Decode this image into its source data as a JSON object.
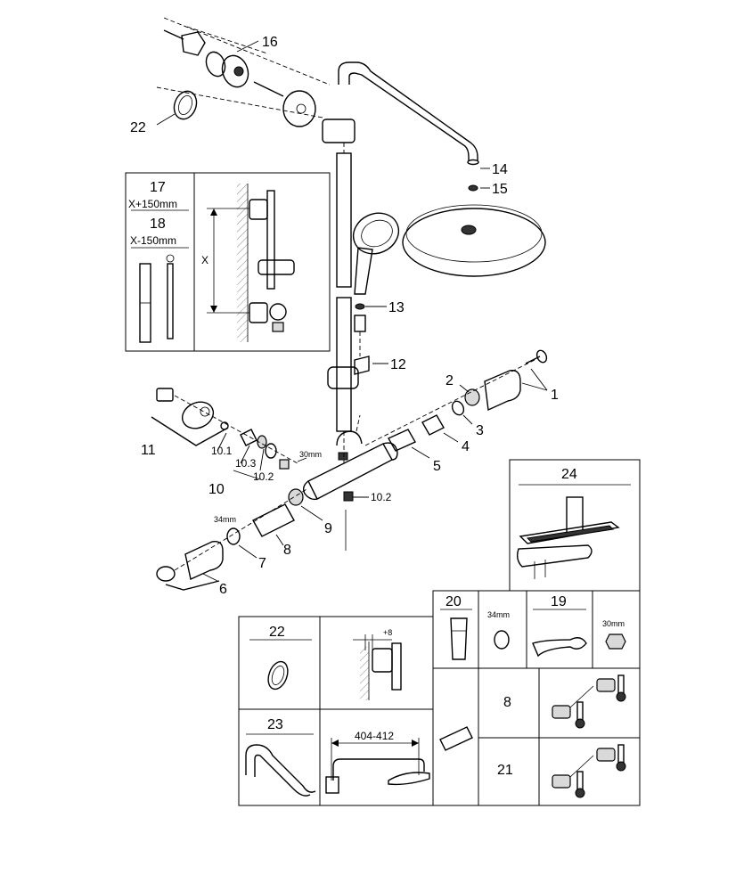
{
  "callouts": {
    "n1": "1",
    "n2": "2",
    "n3": "3",
    "n4": "4",
    "n5": "5",
    "n6": "6",
    "n7": "7",
    "n8": "8",
    "n9": "9",
    "n10": "10",
    "n10_1": "10.1",
    "n10_2": "10.2",
    "n10_2b": "10.2",
    "n10_3": "10.3",
    "n11": "11",
    "n12": "12",
    "n13": "13",
    "n14": "14",
    "n15": "15",
    "n16": "16",
    "n22": "22"
  },
  "dimensions": {
    "nut_30mm": "30mm",
    "nut_34mm": "34mm"
  },
  "inset_rail": {
    "n17": "17",
    "n17_dim": "X+150mm",
    "n18": "18",
    "n18_dim": "X-150mm",
    "x_label": "X"
  },
  "inset_24": {
    "title": "24"
  },
  "spares_table": {
    "c20": "20",
    "c20_dim": "34mm",
    "c19": "19",
    "c19_dim": "30mm",
    "c8": "8",
    "c21": "21"
  },
  "lower_table": {
    "c22": "22",
    "offset_label": "+8",
    "c23": "23",
    "reach_label": "404-412"
  }
}
